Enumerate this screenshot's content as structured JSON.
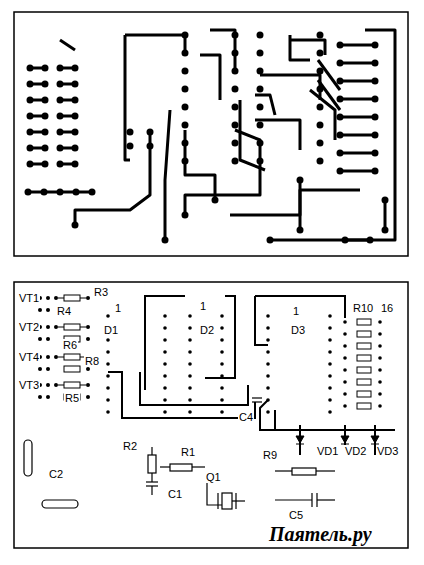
{
  "diagram": {
    "labels": [
      "VT1",
      "R3",
      "1",
      "1",
      "1",
      "R10",
      "16",
      "R4",
      "D1",
      "D2",
      "D3",
      "VT2",
      "R6",
      "VT4",
      "R8",
      "VT3",
      "R5",
      "R2",
      "R1",
      "C4",
      "VD1",
      "VD2",
      "VD3",
      "R9",
      "C2",
      "C1",
      "Q1",
      "C5",
      "Паятель.ру"
    ]
  }
}
